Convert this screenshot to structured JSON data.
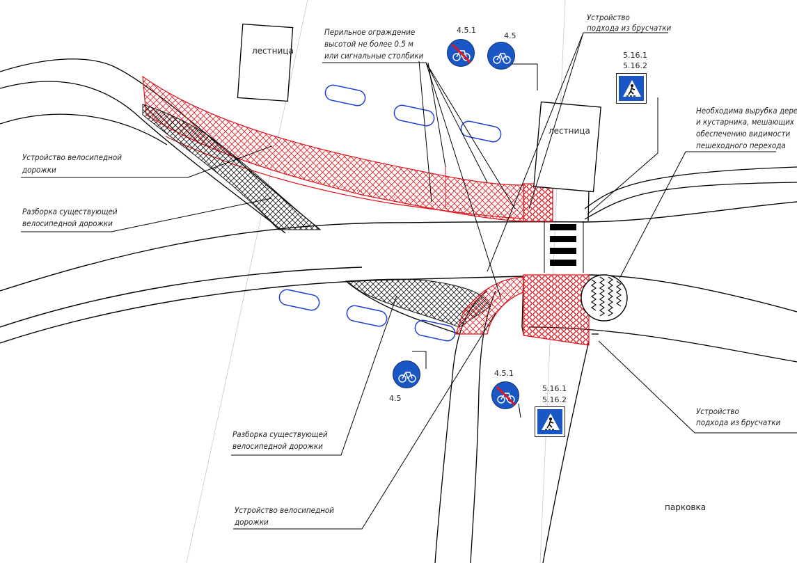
{
  "buildings": {
    "stairs_top": "лестница",
    "stairs_right": "лестница"
  },
  "areas": {
    "parking": "парковка"
  },
  "labels": {
    "railing_line1": "Перильное ограждение",
    "railing_line2": "высотой не более 0.5 м",
    "railing_line3": "или сигнальные столбики",
    "paving_top_line1": "Устройство",
    "paving_top_line2": "подхода из брусчатки",
    "bike_path_top_line1": "Устройство велосипедной",
    "bike_path_top_line2": "дорожки",
    "dismantle_top_line1": "Разборка существующей",
    "dismantle_top_line2": "велосипедной дорожки",
    "trees_line1": "Необходима вырубка деревьев",
    "trees_line2": "и кустарника, мешающих",
    "trees_line3": "обеспечению видимости",
    "trees_line4": "пешеходного перехода",
    "paving_bottom_line1": "Устройство",
    "paving_bottom_line2": "подхода из брусчатки",
    "dismantle_bottom_line1": "Разборка существующей",
    "dismantle_bottom_line2": "велосипедной дорожки",
    "bike_path_bottom_line1": "Устройство велосипедной",
    "bike_path_bottom_line2": "дорожки"
  },
  "signs": {
    "top_no_bike_code": "4.5.1",
    "top_bike_code": "4.5",
    "top_crossing_code1": "5.16.1",
    "top_crossing_code2": "5.16.2",
    "bottom_bike_code": "4.5",
    "bottom_no_bike_code": "4.5.1",
    "bottom_crossing_code1": "5.16.1",
    "bottom_crossing_code2": "5.16.2"
  },
  "colors": {
    "road_line": "#000000",
    "design_red": "#e0141b",
    "parking_blue": "#1f3fd6",
    "sign_blue": "#1a56c4",
    "hatch_black": "#111111"
  }
}
